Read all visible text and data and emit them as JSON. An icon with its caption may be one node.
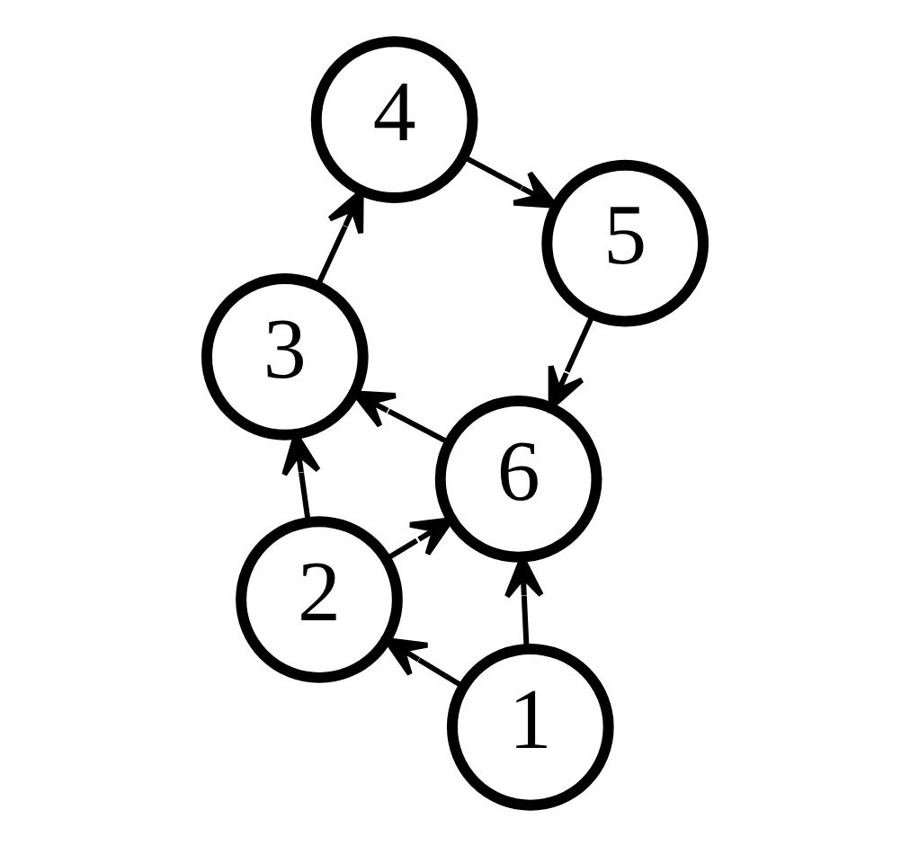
{
  "diagram": {
    "nodes": [
      {
        "text": [
          "1"
        ]
      },
      {
        "text": [
          "2"
        ]
      },
      {
        "text": [
          "3"
        ]
      },
      {
        "text": [
          "4"
        ]
      },
      {
        "text": [
          "5"
        ]
      },
      {
        "text": [
          "6"
        ]
      }
    ],
    "edges": [
      {
        "from": 0,
        "to": 1,
        "arrow": "to"
      },
      {
        "from": 1,
        "to": 2,
        "arrow": "to"
      },
      {
        "from": 0,
        "to": 5,
        "arrow": "to"
      },
      {
        "from": 1,
        "to": 5,
        "arrow": "to"
      },
      {
        "from": 2,
        "to": 3,
        "arrow": "to"
      },
      {
        "from": 5,
        "to": 2,
        "arrow": "to"
      },
      {
        "from": 3,
        "to": 4,
        "arrow": "to"
      },
      {
        "from": 4,
        "to": 5,
        "arrow": "to"
      }
    ]
  }
}
